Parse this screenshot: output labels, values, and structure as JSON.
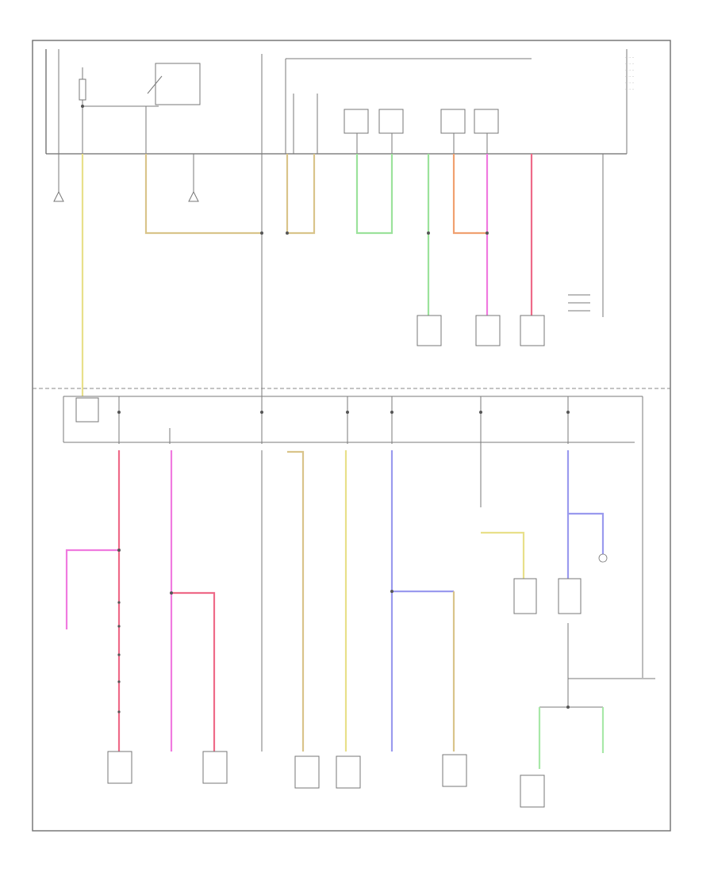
{
  "page": {
    "footer_code": ""
  },
  "colors": {
    "background": "#ffffff",
    "line": "#7a7a7a",
    "wire_yellow": "#e8e08a",
    "wire_tan": "#d9c48a",
    "wire_green": "#9be29b",
    "wire_orange": "#f0a070",
    "wire_pink": "#f07adf",
    "wire_red": "#ee6a88",
    "wire_blue": "#9a9aee",
    "wire_lightgreen": "#a8e8a8"
  },
  "wires": [
    {
      "name": "yellow-wire",
      "color": "#e8e08a"
    },
    {
      "name": "tan-wire",
      "color": "#d9c48a"
    },
    {
      "name": "green-wire",
      "color": "#9be29b"
    },
    {
      "name": "orange-wire",
      "color": "#f0a070"
    },
    {
      "name": "pink-wire",
      "color": "#f07adf"
    },
    {
      "name": "red-wire",
      "color": "#ee6a88"
    },
    {
      "name": "blue-wire",
      "color": "#9a9aee"
    }
  ]
}
